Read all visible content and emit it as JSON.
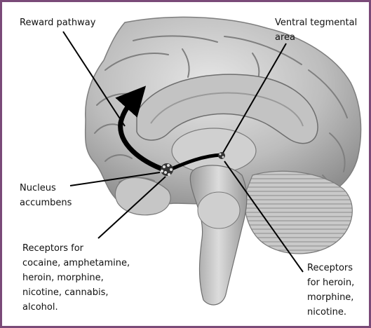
{
  "labels": {
    "reward_pathway": "Reward pathway",
    "vta": "Ventral tegmental\narea",
    "nucleus_accumbens": "Nucleus\naccumbens",
    "receptors_left": "Receptors for\ncocaine, amphetamine,\nheroin, morphine,\nnicotine, cannabis,\nalcohol.",
    "receptors_right": "Receptors\nfor heroin,\nmorphine,\nnicotine."
  },
  "colors": {
    "border": "#7a4a78",
    "pathway": "#000000",
    "brain_base": "#b9b9b9",
    "brain_light": "#e3e3e3",
    "brain_dark": "#8a8a8a"
  },
  "icons": {
    "nucleus_accumbens_marker": "receptor-cluster-icon",
    "vta_marker": "receptor-cluster-icon",
    "pathway_arrow": "arrowhead-icon"
  }
}
